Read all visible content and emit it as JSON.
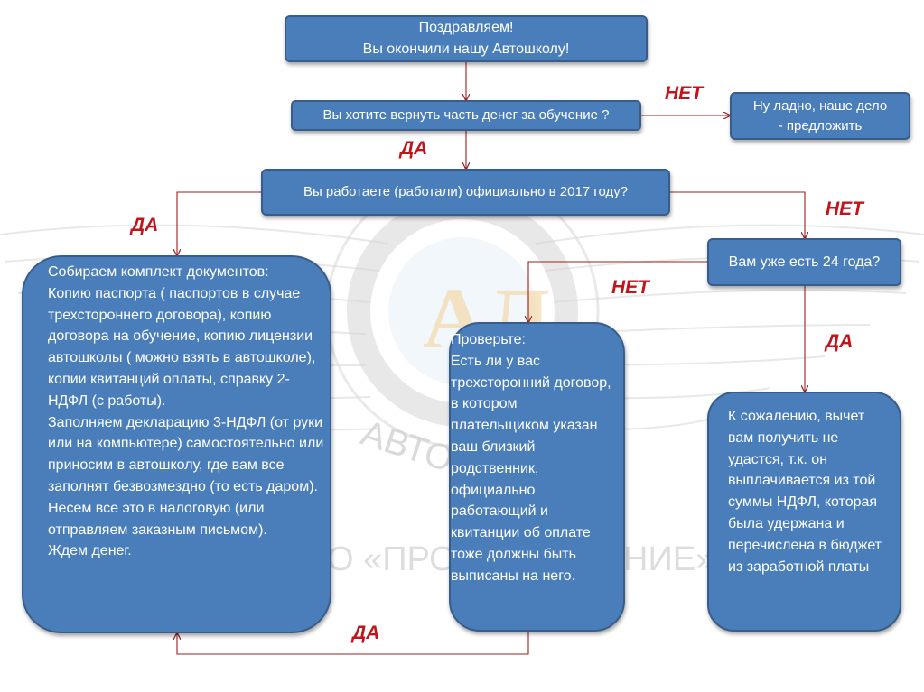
{
  "watermark": {
    "logo_letters": "АЛ",
    "arc_text_left": "АВТО",
    "bottom_text_left": "О «ПРО",
    "bottom_text_right": "НИЕ»"
  },
  "boxes": {
    "congrats_line1": "Поздравляем!",
    "congrats_line2": "Вы окончили нашу Автошколу!",
    "refund_question": "Вы хотите вернуть часть денег за обучение ?",
    "no_refund_line1": "Ну ладно, наше дело",
    "no_refund_line2": "- предложить",
    "employment_question": "Вы работаете (работали) официально в 2017 году?",
    "age_question": "Вам уже есть 24 года?",
    "documents_text": "Собираем комплект документов:\nКопию паспорта ( паспортов в случае  трехстороннего договора),  копию договора на обучение,  копию лицензии автошколы ( можно взять в автошколе),  копии квитанций оплаты, справку 2-НДФЛ  (с работы).\nЗаполняем  декларацию 3-НДФЛ (от руки или на компьютере) самостоятельно  или  приносим в автошколу, где вам  все заполнят безвозмездно (то есть даром).\nНесем все это в налоговую (или отправляем заказным письмом).\nЖдем денег.",
    "check_text": "Проверьте:\nЕсть ли у вас трехсторонний договор,  в котором плательщиком указан  ваш близкий родственник, официально работающий  и квитанции об оплате тоже должны быть выписаны на него.",
    "regret_text": "К сожалению, вычет вам получить не удастся, т.к.  он выплачивается из той суммы НДФЛ, которая была удержана и перечислена в бюджет из заработной платы"
  },
  "labels": {
    "no_refund": "НЕТ",
    "yes_refund": "ДА",
    "yes_employed": "ДА",
    "no_employed": "НЕТ",
    "no_age": "НЕТ",
    "yes_age": "ДА",
    "yes_check": "ДА"
  },
  "colors": {
    "box_fill": "#4a7ebb",
    "box_border": "#385d8a",
    "connector": "#9c1f1f",
    "label_text": "#c0151d",
    "watermark": "#d9d9d9"
  }
}
